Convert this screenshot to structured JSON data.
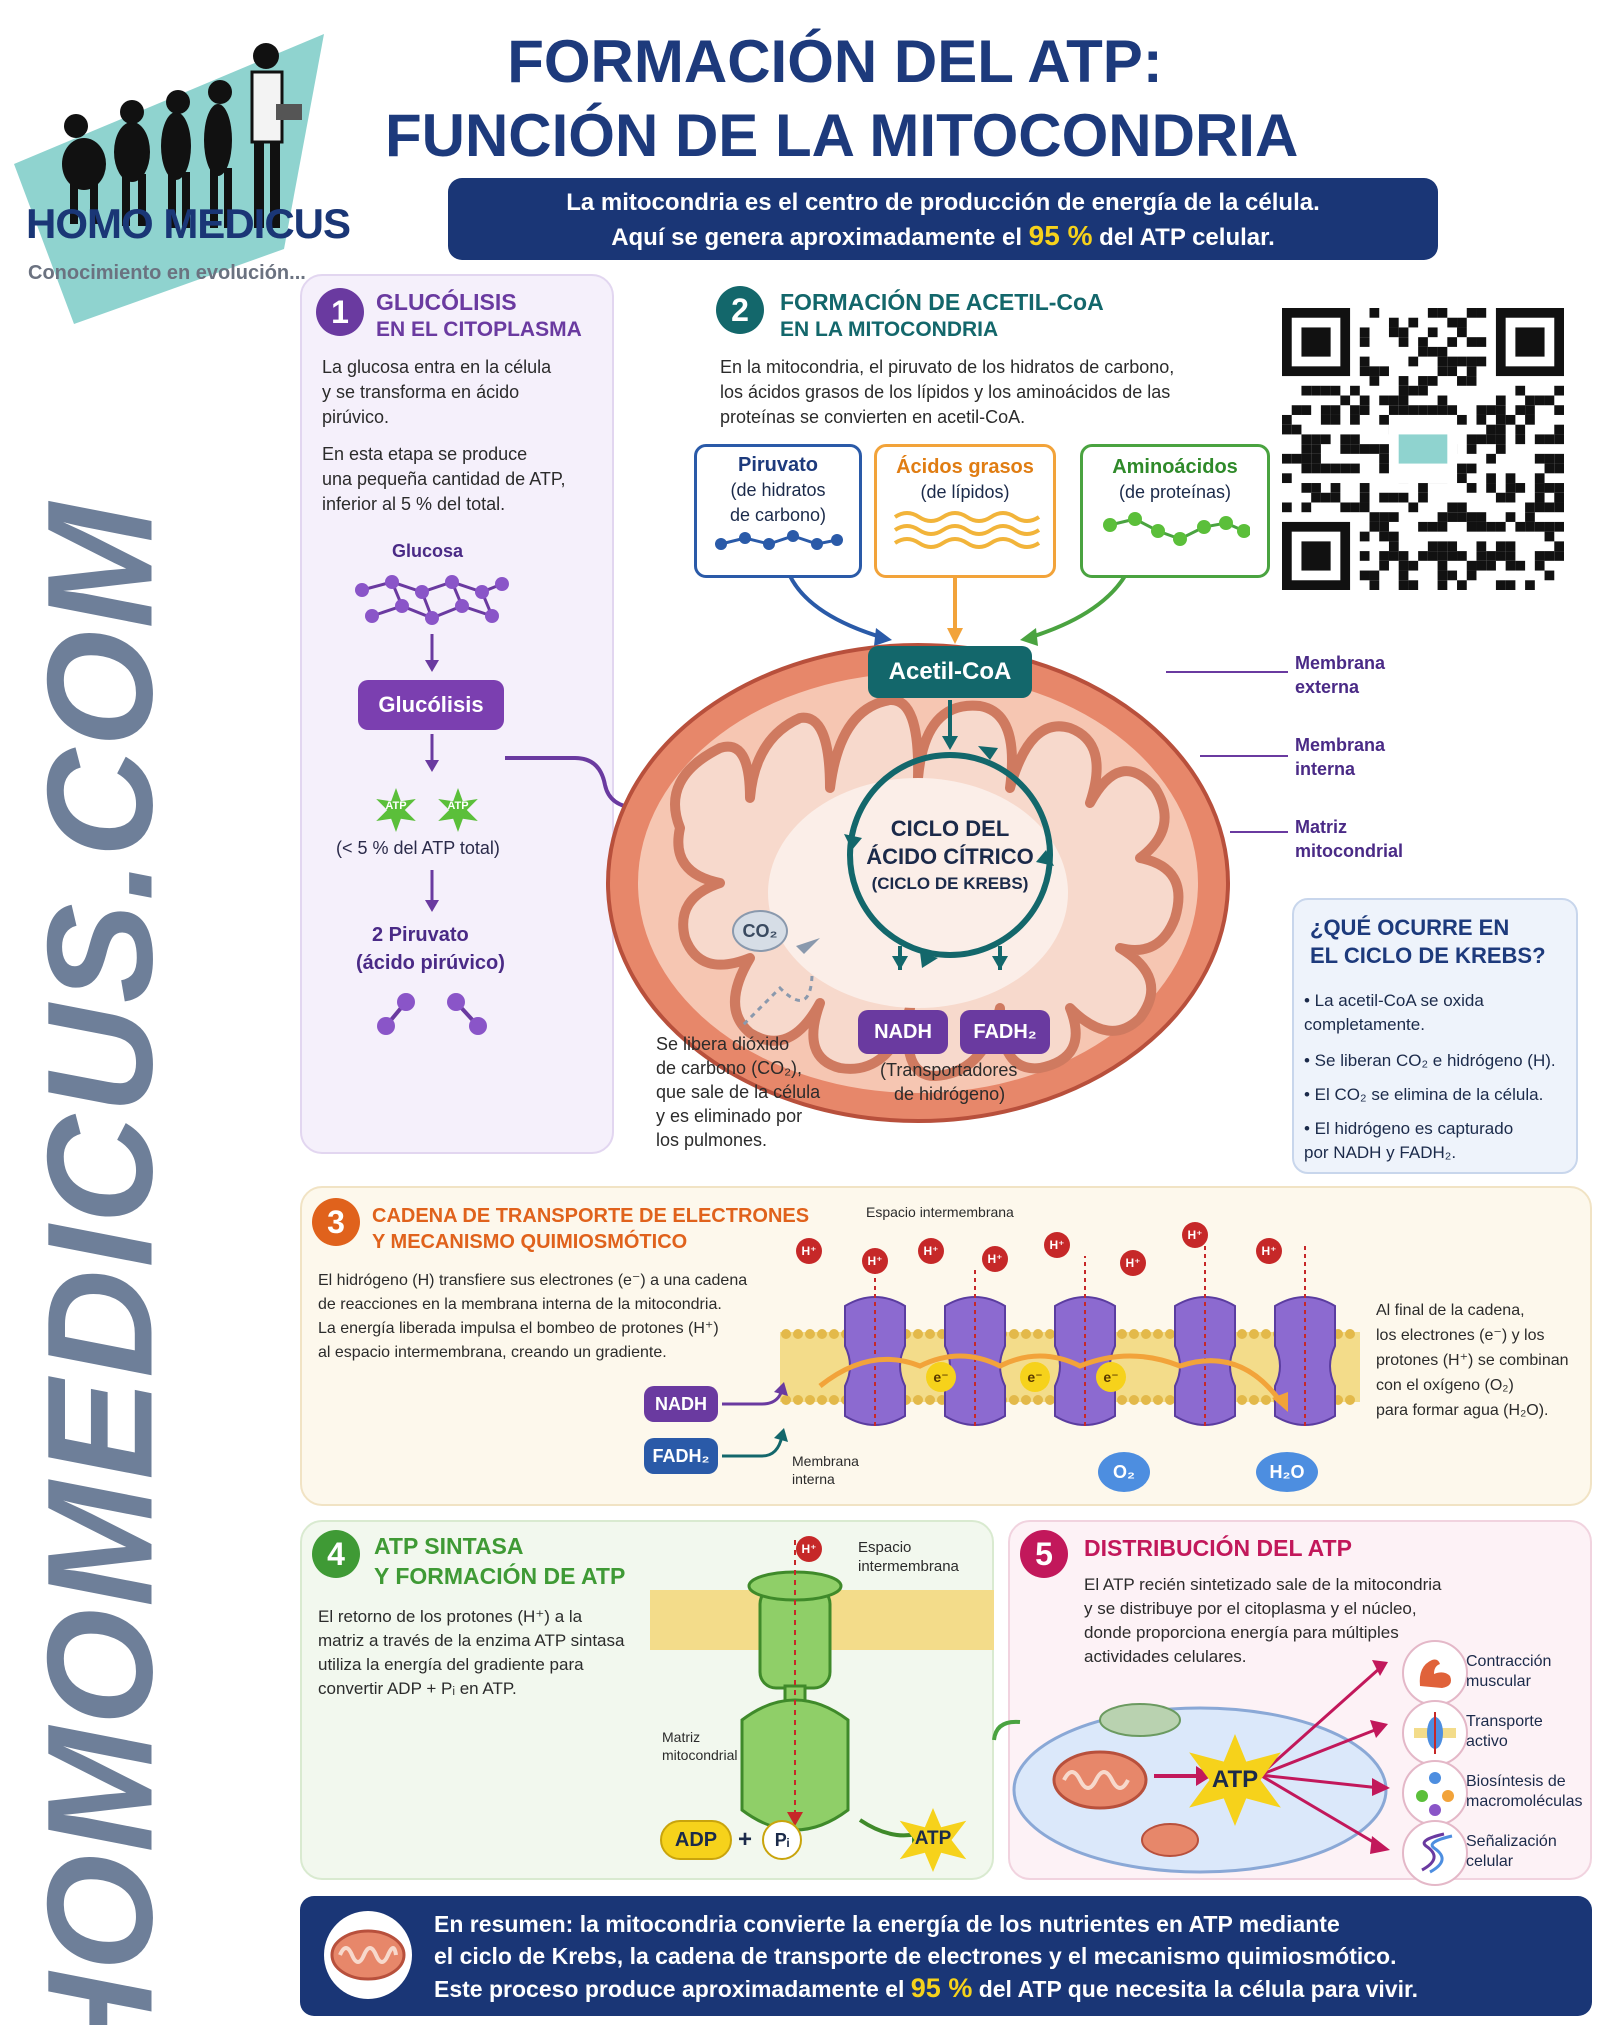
{
  "logo": {
    "brand": "HOMO MEDICUS",
    "tagline": "Conocimiento en evolución..."
  },
  "watermark": "HOMOMEDICUS.COM",
  "title": {
    "line1": "FORMACIÓN DEL ATP:",
    "line2": "FUNCIÓN DE LA MITOCONDRIA"
  },
  "intro": {
    "line1": "La mitocondria es el centro de producción de energía de la célula.",
    "line2_pre": "Aquí se genera aproximadamente el ",
    "line2_pct": "95 %",
    "line2_post": " del ATP celular."
  },
  "s1": {
    "num": "1",
    "title1": "GLUCÓLISIS",
    "title2": "EN EL CITOPLASMA",
    "p1": [
      "La glucosa entra en la célula",
      "y se transforma en ácido",
      "pirúvico."
    ],
    "p2": [
      "En esta etapa se produce",
      "una pequeña cantidad de ATP,",
      "inferior al 5 % del total."
    ],
    "glucosa": "Glucosa",
    "glucolisis": "Glucólisis",
    "atp": "ATP",
    "atp_note": "(< 5 % del ATP total)",
    "piruvato1": "2 Piruvato",
    "piruvato2": "(ácido pirúvico)"
  },
  "s2": {
    "num": "2",
    "title1": "FORMACIÓN DE ACETIL-CoA",
    "title2": "EN LA MITOCONDRIA",
    "p": [
      "En la mitocondria, el piruvato de los hidratos de carbono,",
      "los ácidos grasos de los lípidos y los aminoácidos de las",
      "proteínas se convierten en acetil-CoA."
    ],
    "src1": [
      "Piruvato",
      "(de hidratos",
      "de carbono)"
    ],
    "src2": [
      "Ácidos grasos",
      "(de lípidos)"
    ],
    "src3": [
      "Aminoácidos",
      "(de proteínas)"
    ],
    "acetil": "Acetil-CoA",
    "krebs1": "CICLO DEL",
    "krebs2": "ÁCIDO CÍTRICO",
    "krebs3": "(CICLO DE KREBS)",
    "co2": "CO₂",
    "nadh": "NADH",
    "fadh": "FADH₂",
    "transport": [
      "(Transportadores",
      "de hidrógeno)"
    ],
    "co2note": [
      "Se libera dióxido",
      "de carbono (CO₂),",
      "que sale de la célula",
      "y es eliminado por",
      "los pulmones."
    ],
    "mem_ext": [
      "Membrana",
      "externa"
    ],
    "mem_int": [
      "Membrana",
      "interna"
    ],
    "matriz": [
      "Matriz",
      "mitocondrial"
    ]
  },
  "krebsbox": {
    "title1": "¿QUÉ OCURRE EN",
    "title2": "EL CICLO DE KREBS?",
    "b1": [
      "• La acetil-CoA se oxida",
      "  completamente."
    ],
    "b2": "• Se liberan CO₂ e hidrógeno (H).",
    "b3": "• El CO₂ se elimina de la célula.",
    "b4": [
      "• El hidrógeno es capturado",
      "  por NADH y FADH₂."
    ]
  },
  "s3": {
    "num": "3",
    "title1": "CADENA DE TRANSPORTE DE ELECTRONES",
    "title2": "Y MECANISMO QUIMIOSMÓTICO",
    "p": [
      "El hidrógeno (H) transfiere sus electrones (e⁻) a una cadena",
      "de reacciones en la membrana interna de la mitocondria.",
      "La energía liberada impulsa el bombeo de protones (H⁺)",
      "al espacio intermembrana, creando un gradiente."
    ],
    "espacio": "Espacio intermembrana",
    "membrana": [
      "Membrana",
      "interna"
    ],
    "nadh": "NADH",
    "fadh": "FADH₂",
    "h": "H⁺",
    "e": "e⁻",
    "o2": "O₂",
    "h2o": "H₂O",
    "right": [
      "Al final de la cadena,",
      "los electrones (e⁻) y los",
      "protones (H⁺) se combinan",
      "con el oxígeno (O₂)",
      "para formar agua (H₂O)."
    ]
  },
  "s4": {
    "num": "4",
    "title1": "ATP SINTASA",
    "title2": "Y FORMACIÓN DE ATP",
    "p": [
      "El retorno de los protones (H⁺) a la",
      "matriz a través de la enzima ATP sintasa",
      "utiliza la energía del gradiente para",
      "convertir ADP + Pᵢ en ATP."
    ],
    "espacio": [
      "Espacio",
      "intermembrana"
    ],
    "matriz": [
      "Matriz",
      "mitocondrial"
    ],
    "adp": "ADP",
    "plus": "+",
    "pi": "Pᵢ",
    "atp": "ATP",
    "h": "H⁺"
  },
  "s5": {
    "num": "5",
    "title": "DISTRIBUCIÓN DEL ATP",
    "p": [
      "El ATP recién sintetizado sale de la mitocondria",
      "y se distribuye por el citoplasma y el núcleo,",
      "donde proporciona energía para múltiples",
      "actividades celulares."
    ],
    "atp": "ATP",
    "u1": [
      "Contracción",
      "muscular"
    ],
    "u2": [
      "Transporte",
      "activo"
    ],
    "u3": [
      "Biosíntesis de",
      "macromoléculas"
    ],
    "u4": [
      "Señalización",
      "celular"
    ]
  },
  "summary": {
    "l1": "En resumen: la mitocondria convierte la energía de los nutrientes en ATP mediante",
    "l2": "el ciclo de Krebs, la cadena de transporte de electrones y el mecanismo quimiosmótico.",
    "l3_pre": "Este proceso produce aproximadamente el ",
    "l3_pct": "95 %",
    "l3_post": " del ATP que necesita la célula para vivir."
  },
  "colors": {
    "navy": "#1a3676",
    "purple": "#6a3aa0",
    "teal": "#13676b",
    "orange": "#e0621c",
    "green": "#3f9a35",
    "magenta": "#c2185b",
    "yellow": "#f6d21b"
  }
}
